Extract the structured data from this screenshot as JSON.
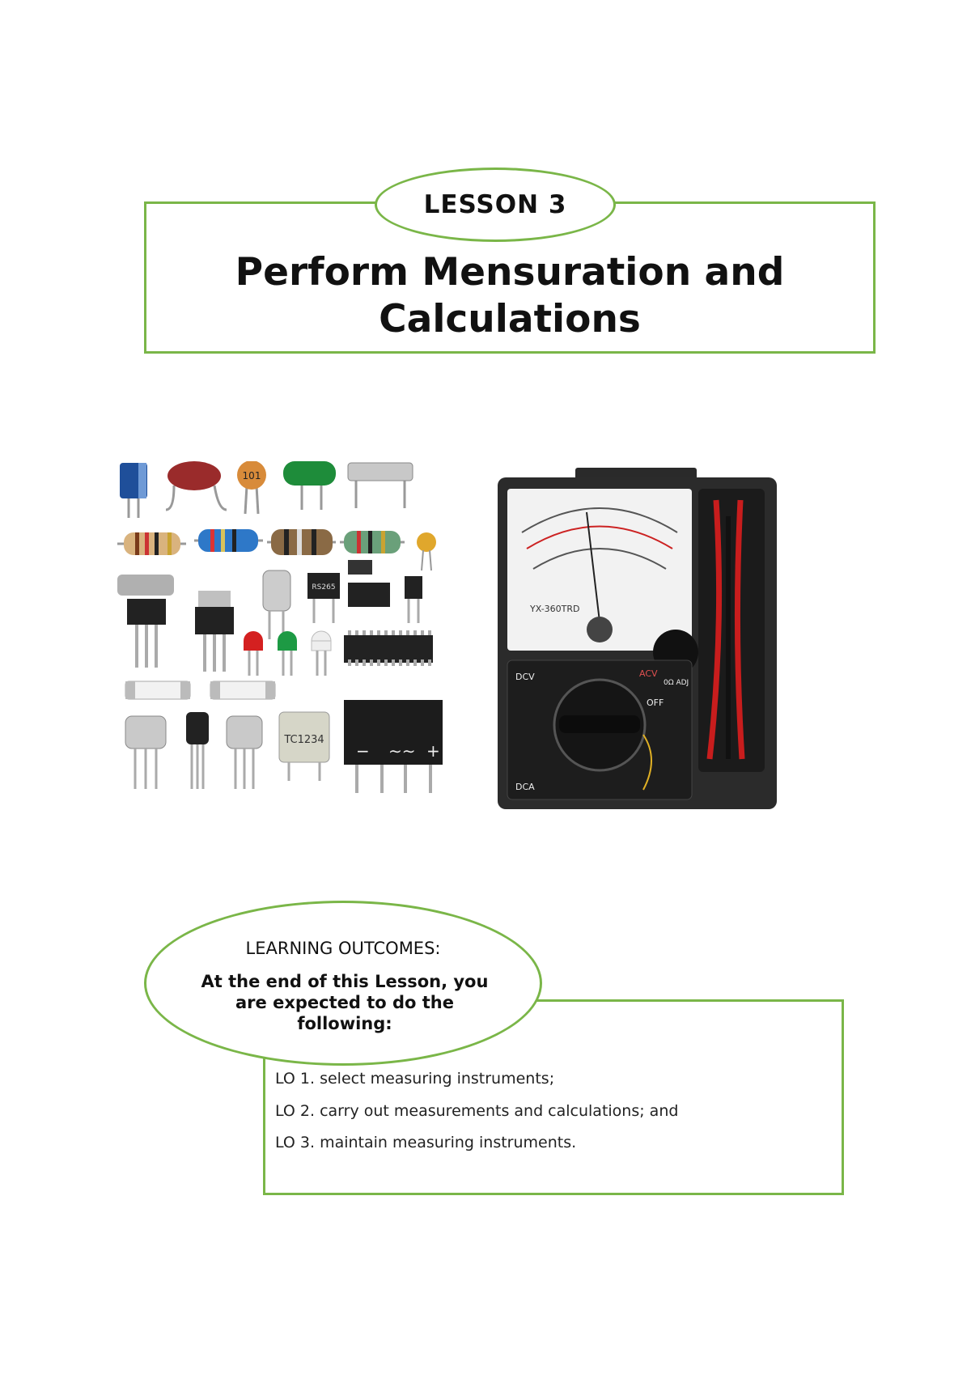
{
  "lesson_label": "LESSON 3",
  "title_line1": "Perform Mensuration and",
  "title_line2": "Calculations",
  "components_image": {
    "labels": {
      "cap_value": "101",
      "ic_bridge": "RS265",
      "relay": "TC1234",
      "rectifier_minus": "−",
      "rectifier_ac": "∼∼",
      "rectifier_plus": "+"
    }
  },
  "multimeter_image": {
    "model": "YX-360TRD",
    "dcv": "DCV",
    "dca": "DCA",
    "acv": "ACV",
    "off": "OFF",
    "zero_adj": "0Ω ADJ"
  },
  "outcomes": {
    "heading": "LEARNING OUTCOMES:",
    "intro": "At the end of this Lesson, you are expected to do the following:",
    "items": [
      "LO 1.   select measuring instruments;",
      "LO 2. carry out measurements and calculations; and",
      "LO 3. maintain measuring instruments."
    ]
  },
  "colors": {
    "accent_border": "#7ab648"
  }
}
